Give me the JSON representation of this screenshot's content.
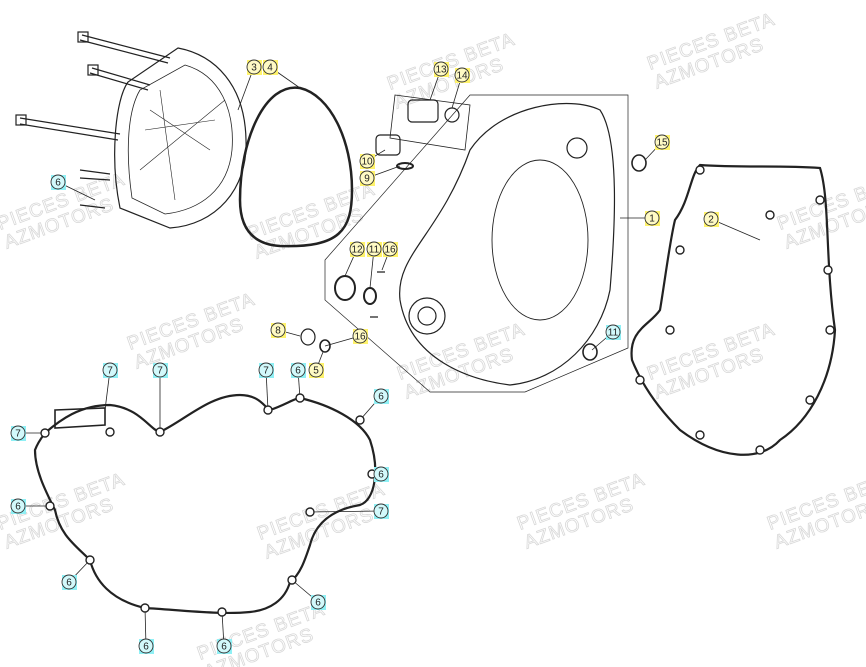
{
  "watermark": {
    "line1": "PIECES BETA",
    "line2": "AZMOTORS"
  },
  "colors": {
    "reference_highlight_yellow": "#fff36b",
    "reference_highlight_cyan": "#8ff0f5",
    "line": "#222222",
    "watermark": "#d8d8d8"
  },
  "callouts": [
    {
      "ref": "3",
      "highlight": "yellow"
    },
    {
      "ref": "4",
      "highlight": "yellow"
    },
    {
      "ref": "13",
      "highlight": "yellow"
    },
    {
      "ref": "14",
      "highlight": "yellow"
    },
    {
      "ref": "10",
      "highlight": "yellow"
    },
    {
      "ref": "9",
      "highlight": "yellow"
    },
    {
      "ref": "15",
      "highlight": "yellow"
    },
    {
      "ref": "1",
      "highlight": "yellow"
    },
    {
      "ref": "2",
      "highlight": "yellow"
    },
    {
      "ref": "12",
      "highlight": "yellow"
    },
    {
      "ref": "11",
      "highlight": "yellow"
    },
    {
      "ref": "16",
      "highlight": "yellow"
    },
    {
      "ref": "8",
      "highlight": "yellow"
    },
    {
      "ref": "16",
      "highlight": "yellow"
    },
    {
      "ref": "5",
      "highlight": "yellow"
    },
    {
      "ref": "6",
      "highlight": "cyan"
    },
    {
      "ref": "11",
      "highlight": "cyan"
    },
    {
      "ref": "7",
      "highlight": "cyan"
    },
    {
      "ref": "7",
      "highlight": "cyan"
    },
    {
      "ref": "7",
      "highlight": "cyan"
    },
    {
      "ref": "6",
      "highlight": "cyan"
    },
    {
      "ref": "6",
      "highlight": "cyan"
    },
    {
      "ref": "7",
      "highlight": "cyan"
    },
    {
      "ref": "6",
      "highlight": "cyan"
    },
    {
      "ref": "6",
      "highlight": "cyan"
    },
    {
      "ref": "7",
      "highlight": "cyan"
    },
    {
      "ref": "6",
      "highlight": "cyan"
    },
    {
      "ref": "6",
      "highlight": "cyan"
    },
    {
      "ref": "6",
      "highlight": "cyan"
    },
    {
      "ref": "6",
      "highlight": "cyan"
    }
  ]
}
